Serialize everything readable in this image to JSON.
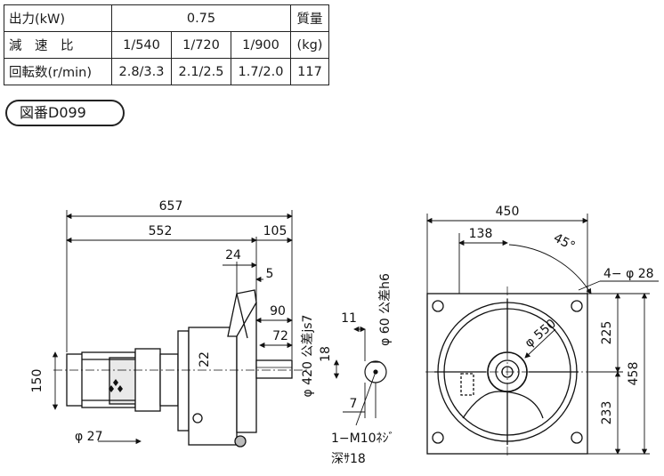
{
  "spec_table": {
    "rows": [
      [
        "出力(kW)",
        "0.75",
        "",
        "",
        "質量"
      ],
      [
        "減　速　比",
        "1/540",
        "1/720",
        "1/900",
        "(kg)"
      ],
      [
        "回転数(r/min)",
        "2.8/3.3",
        "2.1/2.5",
        "1.7/2.0",
        "117"
      ]
    ]
  },
  "drawing_number": "図番D099",
  "dimensions": {
    "overall_length": "657",
    "body_length": "552",
    "shaft_length": "105",
    "d24": "24",
    "d5": "5",
    "d90": "90",
    "d72": "72",
    "d22": "22",
    "d18": "18",
    "d11": "11",
    "d7": "7",
    "d150": "150",
    "phi27": "φ 27",
    "flange_dia": "φ 420 公差js7",
    "shaft_dia": "φ 60 公差h6",
    "tap": "1−M10ﾈｼﾞ",
    "tap_depth": "深ｻ18",
    "width": "450",
    "d138": "138",
    "angle": "45°",
    "holes": "4− φ 28",
    "pcd": "φ 550",
    "d225": "225",
    "d233": "233",
    "height": "458"
  }
}
